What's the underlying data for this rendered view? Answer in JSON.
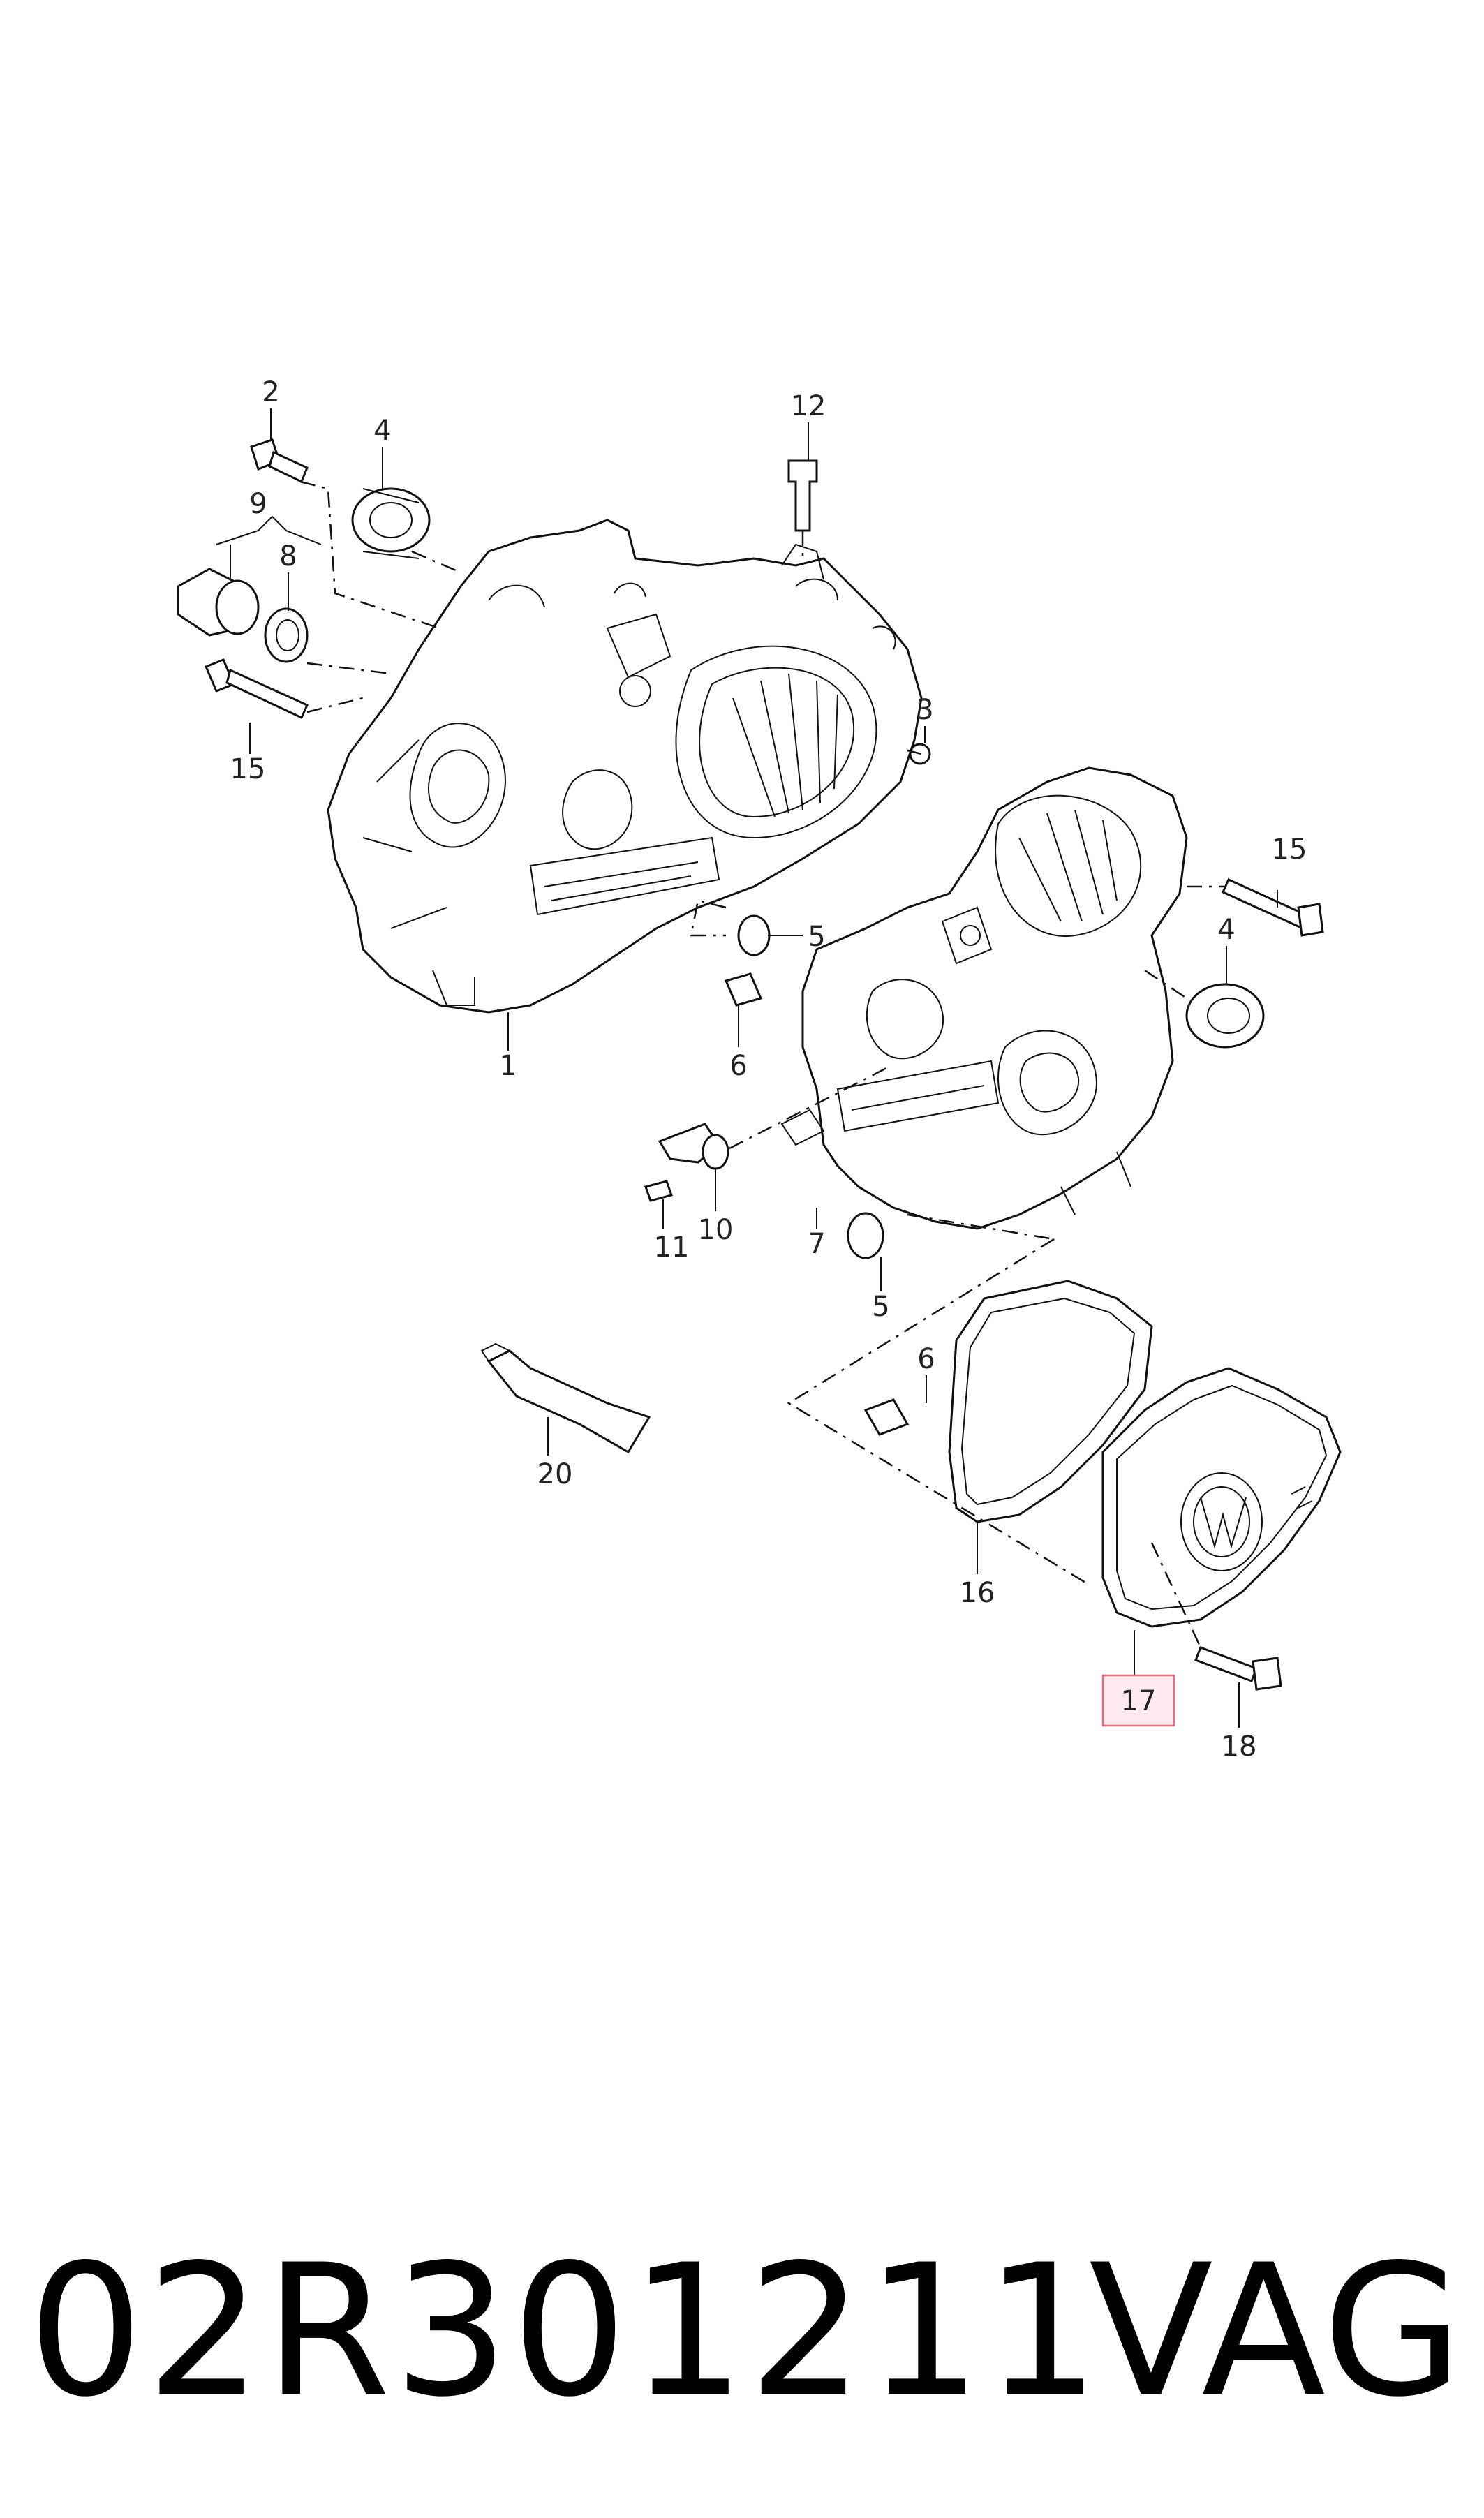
{
  "diagram": {
    "callouts": [
      {
        "id": "c1",
        "label": "1"
      },
      {
        "id": "c2",
        "label": "2"
      },
      {
        "id": "c3",
        "label": "3"
      },
      {
        "id": "c4a",
        "label": "4"
      },
      {
        "id": "c4b",
        "label": "4"
      },
      {
        "id": "c5a",
        "label": "5"
      },
      {
        "id": "c5b",
        "label": "5"
      },
      {
        "id": "c6a",
        "label": "6"
      },
      {
        "id": "c6b",
        "label": "6"
      },
      {
        "id": "c7",
        "label": "7"
      },
      {
        "id": "c8",
        "label": "8"
      },
      {
        "id": "c9",
        "label": "9"
      },
      {
        "id": "c10",
        "label": "10"
      },
      {
        "id": "c11",
        "label": "11"
      },
      {
        "id": "c12",
        "label": "12"
      },
      {
        "id": "c15a",
        "label": "15"
      },
      {
        "id": "c15b",
        "label": "15"
      },
      {
        "id": "c16",
        "label": "16"
      },
      {
        "id": "c17",
        "label": "17"
      },
      {
        "id": "c18",
        "label": "18"
      },
      {
        "id": "c20",
        "label": "20"
      }
    ],
    "highlighted_callout": "17",
    "highlight_color": "#e07080",
    "line_color": "#111111"
  },
  "footer": {
    "part_number": "02R301211",
    "brand": "VAG"
  }
}
